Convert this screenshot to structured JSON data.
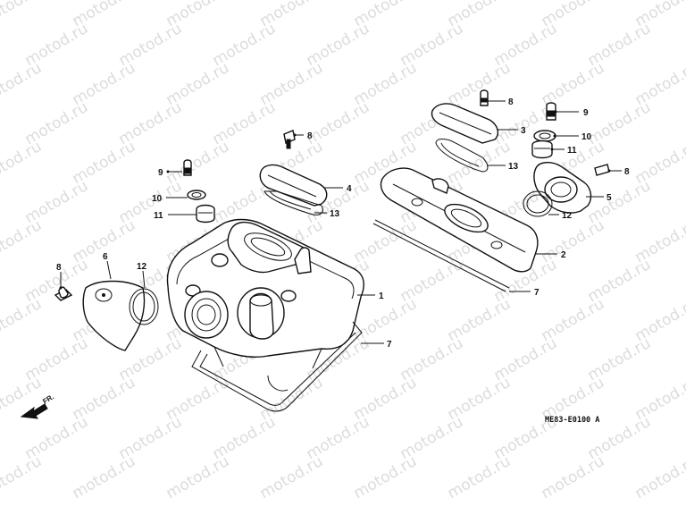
{
  "watermark": {
    "text": "motod.ru"
  },
  "diagram_code": "ME83-E0100 A",
  "direction_label": "FR.",
  "callouts": {
    "c8a": "8",
    "c9a": "9",
    "c10a": "10",
    "c3": "3",
    "c11a": "11",
    "c13a": "13",
    "c5": "5",
    "c8b": "8",
    "c12a": "12",
    "c8c": "8",
    "c4": "4",
    "c9b": "9",
    "c10b": "10",
    "c13b": "13",
    "c11b": "11",
    "c2": "2",
    "c7a": "7",
    "c6": "6",
    "c12b": "12",
    "c8d": "8",
    "c1": "1",
    "c7b": "7"
  }
}
